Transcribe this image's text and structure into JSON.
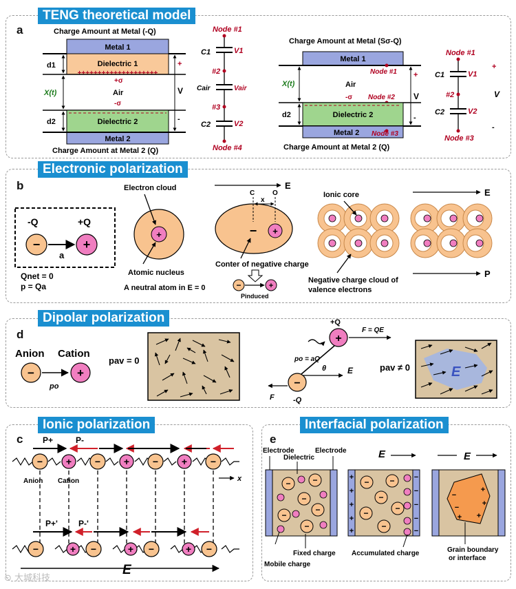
{
  "colors": {
    "title_bg": "#1a8fd0",
    "metal": "#9aa6df",
    "dielectric1": "#f9c99a",
    "dielectric2": "#9fd58e",
    "ion_orange": "#f8c38f",
    "cation_pink": "#f07ec0",
    "ep_bg": "#d9c4a2",
    "node": "#b00020"
  },
  "titles": {
    "teng": "TENG theoretical model",
    "electronic": "Electronic polarization",
    "dipolar": "Dipolar polarization",
    "ionic": "Ionic polarization",
    "interfacial": "Interfacial polarization"
  },
  "labels": {
    "a": "a",
    "b": "b",
    "c": "c",
    "d": "d",
    "e": "e"
  },
  "teng": {
    "left": {
      "top_label": "Charge Amount at Metal (-Q)",
      "metal1": "Metal 1",
      "dielectric1": "Dielectric 1",
      "plus_sigma": "+σ",
      "air": "Air",
      "minus_sigma": "-σ",
      "dielectric2": "Dielectric 2",
      "metal2": "Metal 2",
      "bottom_label": "Charge Amount at Metal 2 (Q)",
      "d1": "d1",
      "d2": "d2",
      "xt": "X(t)",
      "v": "V",
      "plus": "+",
      "minus": "-",
      "plus_row": "++++++++++++++++++++"
    },
    "left_circuit": {
      "node1": "Node #1",
      "node2": "#2",
      "node3": "#3",
      "node4": "Node #4",
      "c1": "C1",
      "cair": "Cair",
      "c2": "C2",
      "v1": "V1",
      "vair": "Vair",
      "v2": "V2"
    },
    "right": {
      "top_label": "Charge Amount at Metal (Sσ-Q)",
      "metal1": "Metal 1",
      "node1": "Node #1",
      "air": "Air",
      "minus_sigma": "-σ",
      "node2": "Node #2",
      "dielectric2": "Dielectric 2",
      "metal2": "Metal 2",
      "node3": "Node #3",
      "bottom_label": "Charge Amount at Metal 2 (Q)",
      "xt": "X(t)",
      "d2": "d2",
      "v": "V",
      "plus": "+",
      "minus": "-"
    },
    "right_circuit": {
      "node1": "Node #1",
      "node2": "#2",
      "node3": "Node #3",
      "c1": "C1",
      "c2": "C2",
      "v1": "V1",
      "v2": "V2",
      "v": "V"
    }
  },
  "electronic": {
    "minus_q": "-Q",
    "plus_q": "+Q",
    "a": "a",
    "qnet": "Qnet = 0",
    "p": "p = Qa",
    "electron_cloud": "Electron cloud",
    "atomic_nucleus": "Atomic nucleus",
    "neutral_atom": "A neutral atom in E = 0",
    "c": "C",
    "o": "O",
    "x": "x",
    "E": "E",
    "center_neg": "Conter of negative charge",
    "p_induced": "Pinduced",
    "ionic_core": "Ionic core",
    "neg_cloud": "Negative charge cloud of",
    "valence": "valence electrons",
    "P": "P"
  },
  "dipolar": {
    "anion": "Anion",
    "cation": "Cation",
    "po": "po",
    "pav0": "pav = 0",
    "plus_q": "+Q",
    "minus_q": "-Q",
    "f_qe": "F = QE",
    "po_aq": "po = aQ",
    "theta": "θ",
    "E": "E",
    "F": "F",
    "pav_ne0": "pav ≠ 0",
    "E_big": "E"
  },
  "ionic": {
    "p_plus": "P+",
    "p_minus": "P-",
    "anion": "Anion",
    "cation": "Cation",
    "x": "x",
    "p_plus2": "P+'",
    "p_minus2": "P-'",
    "E": "E"
  },
  "interfacial": {
    "electrode1": "Electrode",
    "dielectric": "Dielectric",
    "electrode2": "Electrode",
    "E1": "E",
    "E2": "E",
    "fixed": "Fixed charge",
    "mobile": "Mobile charge",
    "accumulated": "Accumulated charge",
    "grain1": "Grain boundary",
    "grain2": "or interface"
  },
  "watermark": "⊙ 大城科技"
}
